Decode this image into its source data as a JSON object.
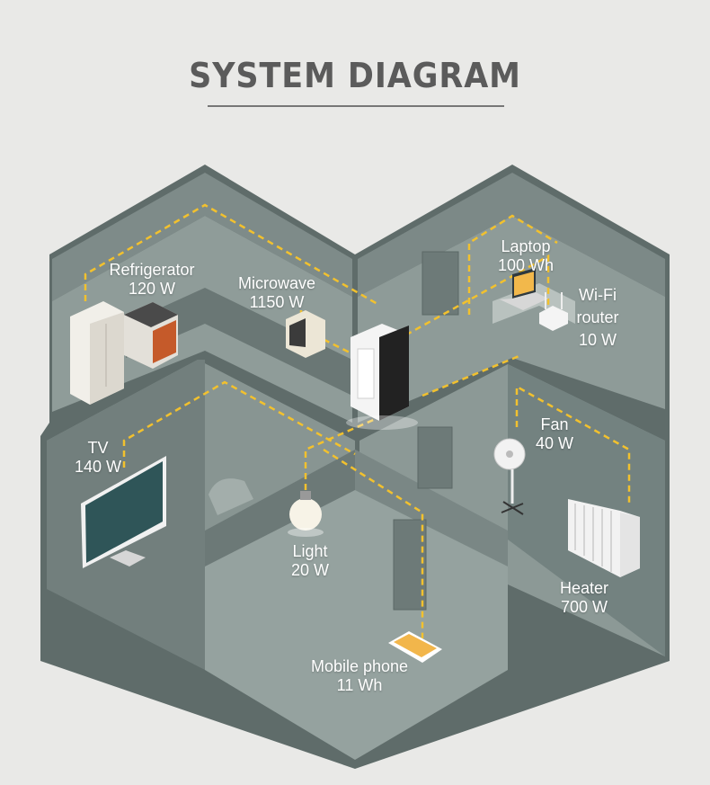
{
  "title": "SYSTEM DIAGRAM",
  "colors": {
    "background": "#e9e9e7",
    "wall": "#6f7c7a",
    "floor": "#8d9b98",
    "wire": "#f2c12e",
    "label": "#ffffff"
  },
  "appliances": [
    {
      "id": "refrigerator",
      "name": "Refrigerator",
      "value": "120 W"
    },
    {
      "id": "microwave",
      "name": "Microwave",
      "value": "1150 W"
    },
    {
      "id": "laptop",
      "name": "Laptop",
      "value": "100 Wh"
    },
    {
      "id": "wifi-router",
      "name": "Wi-Fi router",
      "name_lines": [
        "Wi-Fi",
        "router"
      ],
      "value": "10 W"
    },
    {
      "id": "tv",
      "name": "TV",
      "value": "140 W"
    },
    {
      "id": "fan",
      "name": "Fan",
      "value": "40 W"
    },
    {
      "id": "light",
      "name": "Light",
      "value": "20 W"
    },
    {
      "id": "heater",
      "name": "Heater",
      "value": "700 W"
    },
    {
      "id": "mobile-phone",
      "name": "Mobile phone",
      "value": "11 Wh"
    }
  ],
  "power_station": {
    "icon": "portable-power-station-icon"
  }
}
